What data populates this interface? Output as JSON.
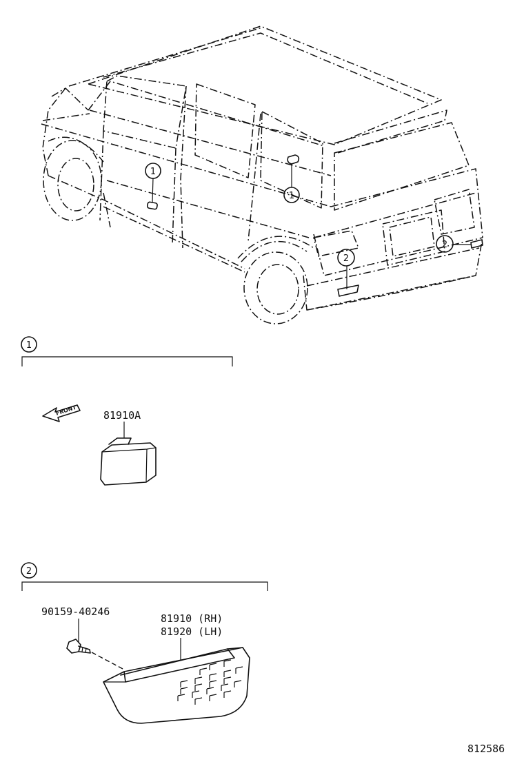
{
  "callouts": {
    "one": "1",
    "two": "2"
  },
  "section1": {
    "marker": "1",
    "part_label": "81910A",
    "direction_label": "FRONT"
  },
  "section2": {
    "marker": "2",
    "screw_part": "90159-40246",
    "lamp_part_rh": "81910 (RH)",
    "lamp_part_lh": "81920 (LH)"
  },
  "figure_id": "812586"
}
